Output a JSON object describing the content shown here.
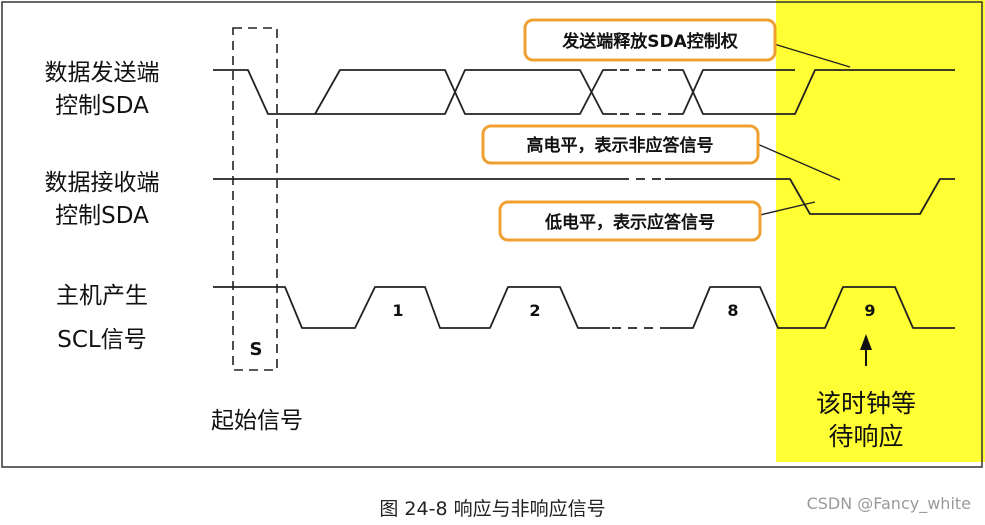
{
  "diagram": {
    "signals": [
      {
        "line1": "数据发送端",
        "line2": "控制SDA"
      },
      {
        "line1": "数据接收端",
        "line2": "控制SDA"
      },
      {
        "line1": "主机产生",
        "line2": "SCL信号"
      }
    ],
    "start_bit": "S",
    "start_label": "起始信号",
    "clock_pulses": [
      "1",
      "2",
      "8",
      "9"
    ],
    "callouts": {
      "release": "发送端释放SDA控制权",
      "high": "高电平，表示非应答信号",
      "low": "低电平，表示应答信号"
    },
    "wait_label": {
      "line1": "该时钟等",
      "line2": "待响应"
    },
    "colors": {
      "highlight": "#ffff33",
      "callout_border": "#f0a030",
      "line": "#222222"
    }
  },
  "caption": "图 24-8 响应与非响应信号",
  "watermark": "CSDN @Fancy_white"
}
